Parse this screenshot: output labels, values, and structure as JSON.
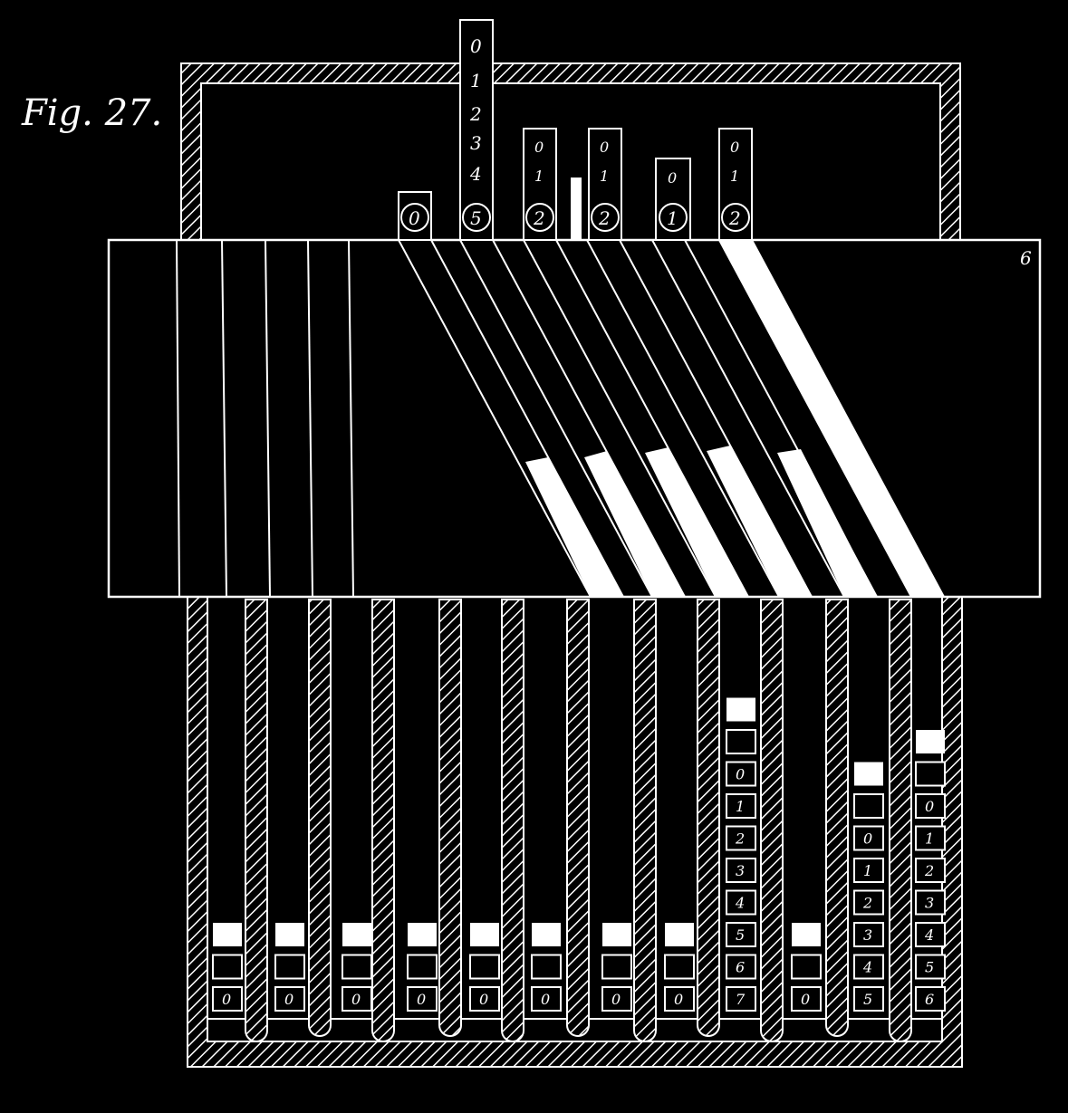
{
  "figure": {
    "caption": "Fig. 27.",
    "plate_label": "6"
  },
  "input_column_a": {
    "digits": [
      "0",
      "1",
      "2",
      "3",
      "4"
    ],
    "setting": "5"
  },
  "input_columns_top": [
    {
      "setting": "0",
      "digits": []
    },
    {
      "setting": "2",
      "digits": [
        "0",
        "1"
      ]
    },
    {
      "setting": "2",
      "digits": [
        "0",
        "1"
      ]
    },
    {
      "setting": "1",
      "digits": [
        "0"
      ]
    },
    {
      "setting": "2",
      "digits": [
        "0",
        "1"
      ]
    }
  ],
  "output_columns": [
    {
      "stack": [],
      "bottom_digit": "0"
    },
    {
      "stack": [],
      "bottom_digit": "0"
    },
    {
      "stack": [],
      "bottom_digit": "0"
    },
    {
      "stack": [],
      "bottom_digit": "0"
    },
    {
      "stack": [],
      "bottom_digit": "0"
    },
    {
      "stack": [],
      "bottom_digit": "0"
    },
    {
      "stack": [],
      "bottom_digit": "0"
    },
    {
      "stack": [],
      "bottom_digit": "0"
    },
    {
      "stack": [
        "0",
        "1",
        "2",
        "3",
        "4",
        "5",
        "6"
      ],
      "bottom_digit": "7"
    },
    {
      "stack": [],
      "bottom_digit": "0"
    },
    {
      "stack": [
        "0",
        "1",
        "2",
        "3",
        "4"
      ],
      "bottom_digit": "5"
    },
    {
      "stack": [
        "0",
        "1",
        "2",
        "3",
        "4",
        "5"
      ],
      "bottom_digit": "6"
    }
  ]
}
